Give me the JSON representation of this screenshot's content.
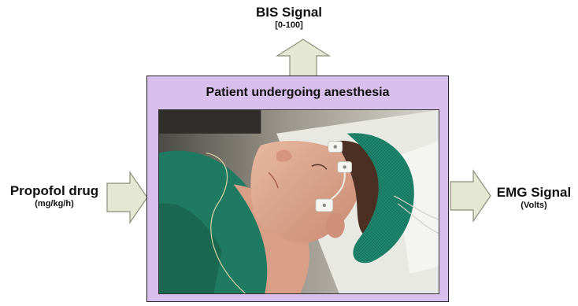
{
  "diagram": {
    "top_output": {
      "title": "BIS Signal",
      "range": "[0-100]"
    },
    "left_input": {
      "title": "Propofol drug",
      "unit": "(mg/kg/h)"
    },
    "right_output": {
      "title": "EMG Signal",
      "unit": "(Volts)"
    },
    "center_box": {
      "title": "Patient undergoing anesthesia",
      "image": "photograph of a patient lying on a table wearing a green surgical cap and gown with electrode sensors attached to the forehead"
    },
    "colors": {
      "box_fill": "#d9c0ec",
      "arrow_fill": "#e4e8d2",
      "arrow_stroke": "#8a8f78",
      "cap_color": "#1f8a70"
    }
  }
}
